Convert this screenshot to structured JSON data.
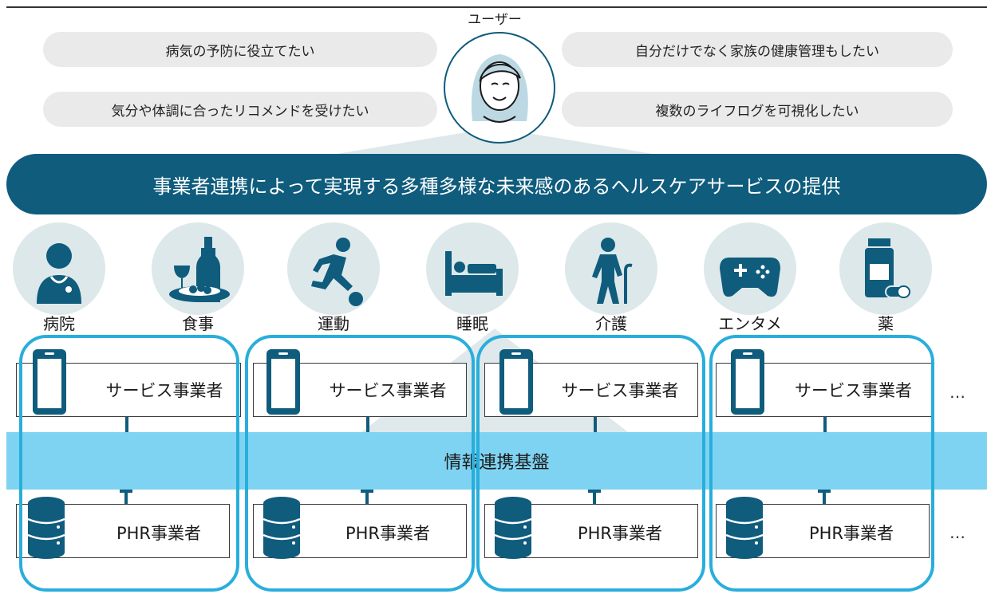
{
  "user": {
    "title": "ユーザー",
    "wishes_left": [
      "病気の予防に役立てたい",
      "気分や体調に合ったリコメンドを受けたい"
    ],
    "wishes_right": [
      "自分だけでなく家族の健康管理もしたい",
      "複数のライフログを可視化したい"
    ]
  },
  "banner": "事業者連携によって実現する多種多様な未来感のあるヘルスケアサービスの提供",
  "categories": [
    {
      "label": "病院",
      "icon": "doctor-icon"
    },
    {
      "label": "食事",
      "icon": "meal-icon"
    },
    {
      "label": "運動",
      "icon": "runner-icon"
    },
    {
      "label": "睡眠",
      "icon": "bed-icon"
    },
    {
      "label": "介護",
      "icon": "elderly-icon"
    },
    {
      "label": "エンタメ",
      "icon": "gamepad-icon"
    },
    {
      "label": "薬",
      "icon": "medicine-icon"
    }
  ],
  "service_provider": "サービス事業者",
  "platform": "情報連携基盤",
  "phr_provider": "PHR事業者",
  "ellipsis": "…",
  "colors": {
    "navy": "#0f5c7d",
    "band": "#7fd3f2",
    "group_border": "#29aedc",
    "circle": "#dde8ea"
  }
}
